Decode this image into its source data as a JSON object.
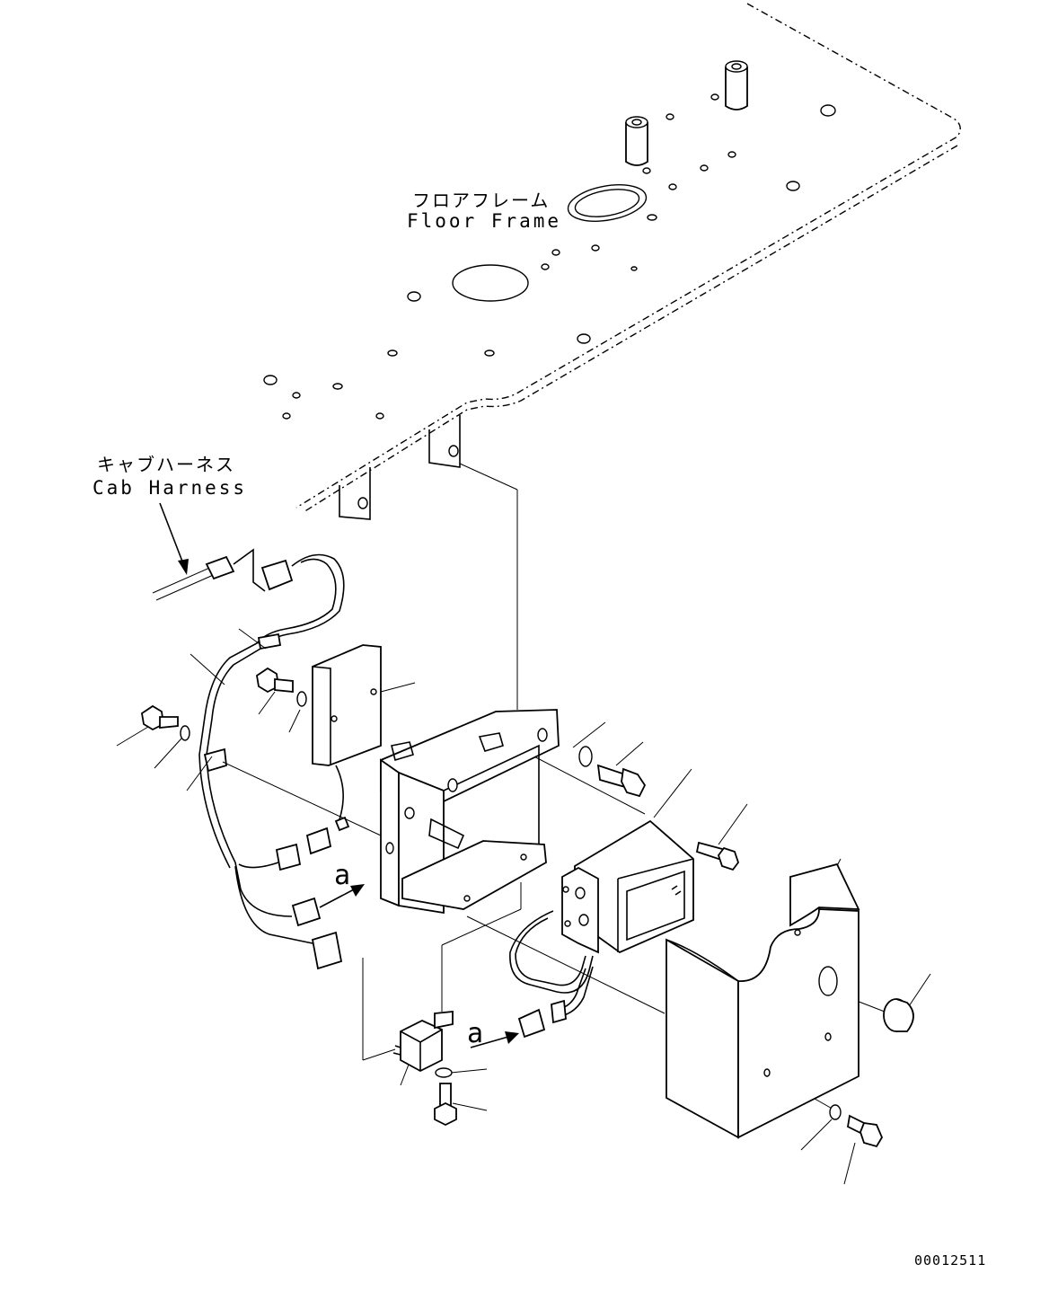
{
  "labels": {
    "floor_frame_jp": "フロアフレーム",
    "floor_frame_en": "Floor Frame",
    "cab_harness_jp": "キャブハーネス",
    "cab_harness_en": "Cab Harness",
    "view_a_1": "a",
    "view_a_2": "a",
    "figure_number": "00012511"
  }
}
